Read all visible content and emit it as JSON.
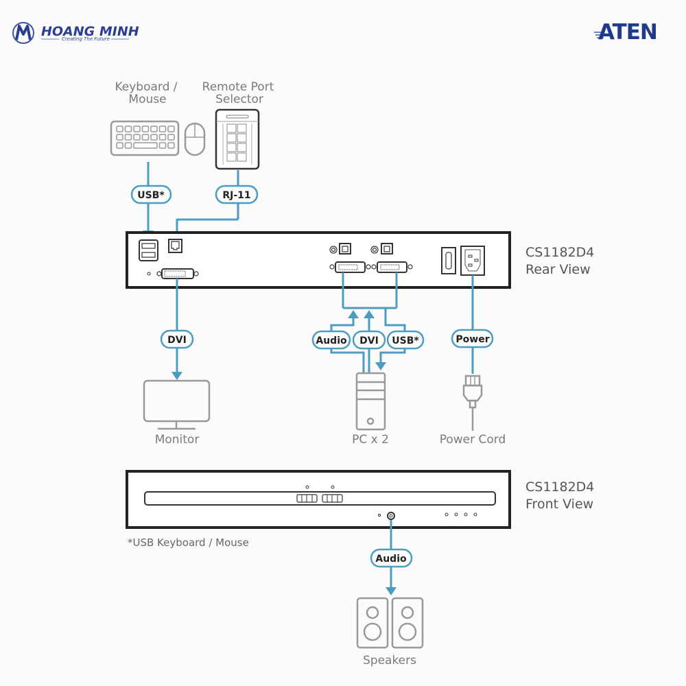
{
  "header": {
    "brand_name": "HOANG MINH",
    "brand_tagline": "Creating The Future",
    "vendor_logo": "ATEN"
  },
  "devices": {
    "keyboard_mouse": {
      "label_line1": "Keyboard /",
      "label_line2": "Mouse",
      "icon": "keyboard-mouse-icon"
    },
    "remote_port_selector": {
      "label_line1": "Remote Port",
      "label_line2": "Selector",
      "icon": "remote-port-selector-icon"
    },
    "monitor": {
      "label": "Monitor",
      "icon": "monitor-icon"
    },
    "pc": {
      "label": "PC x 2",
      "icon": "pc-tower-icon"
    },
    "power_cord": {
      "label": "Power Cord",
      "icon": "power-plug-icon"
    },
    "speakers": {
      "label": "Speakers",
      "icon": "speakers-icon"
    }
  },
  "connections": {
    "usb_top": "USB*",
    "rj11": "RJ-11",
    "dvi_monitor": "DVI",
    "audio_pc": "Audio",
    "dvi_pc": "DVI",
    "usb_pc": "USB*",
    "power": "Power",
    "audio_speakers": "Audio"
  },
  "units": {
    "rear": {
      "model": "CS1182D4",
      "view": "Rear View"
    },
    "front": {
      "model": "CS1182D4",
      "view": "Front View"
    }
  },
  "footnote": "*USB Keyboard / Mouse"
}
